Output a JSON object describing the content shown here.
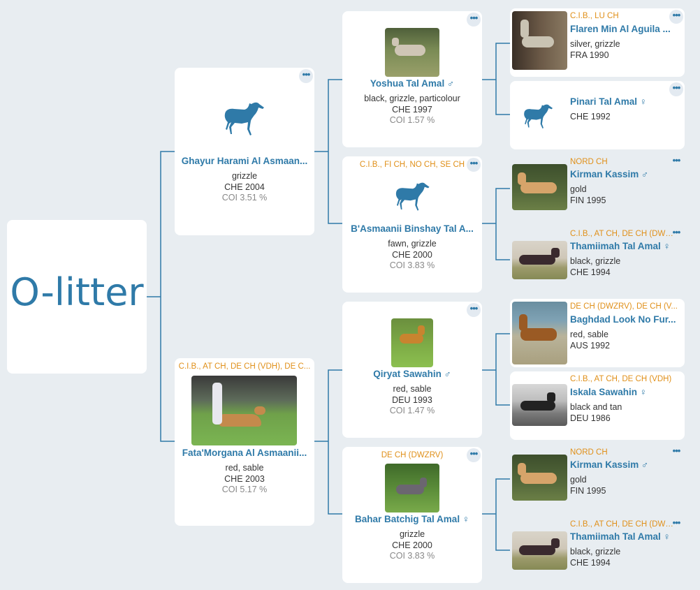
{
  "root": {
    "title": "O-litter"
  },
  "colors": {
    "accent": "#2f7aa8",
    "titles": "#e0901a",
    "connector": "#2f7aa8",
    "background": "#e8edf1"
  },
  "icons": {
    "menu": "more-dots-icon",
    "silhouette": "saluki-silhouette-icon",
    "male": "male-symbol-icon",
    "female": "female-symbol-icon"
  },
  "menu_glyph": "•••",
  "gen1": {
    "sire": {
      "name": "Ghayur Harami Al Asmaan...",
      "color": "grizzle",
      "born": "CHE 2004",
      "coi": "COI 3.51 %"
    },
    "dam": {
      "titles": "C.I.B., AT CH, DE CH (VDH), DE C...",
      "name": "Fata'Morgana Al Asmaanii...",
      "color": "red, sable",
      "born": "CHE 2003",
      "coi": "COI 5.17 %"
    }
  },
  "gen2": {
    "ss": {
      "name": "Yoshua Tal Amal ♂",
      "color": "black, grizzle, particolour",
      "born": "CHE 1997",
      "coi": "COI 1.57 %"
    },
    "sd": {
      "titles": "C.I.B., FI CH, NO CH, SE CH",
      "name": "B'Asmaanii Binshay Tal A...",
      "color": "fawn, grizzle",
      "born": "CHE 2000",
      "coi": "COI 3.83 %"
    },
    "ds": {
      "name": "Qiryat Sawahin ♂",
      "color": "red, sable",
      "born": "DEU 1993",
      "coi": "COI 1.47 %"
    },
    "dd": {
      "titles": "DE CH (DWZRV)",
      "name": "Bahar Batchig Tal Amal ♀",
      "color": "grizzle",
      "born": "CHE 2000",
      "coi": "COI 3.83 %"
    }
  },
  "gen3": [
    {
      "titles": "C.I.B., LU CH",
      "name": "Flaren Min Al Aguila ...",
      "color": "silver, grizzle",
      "born": "FRA 1990"
    },
    {
      "titles": "",
      "name": "Pinari Tal Amal ♀",
      "color": "",
      "born": "CHE 1992"
    },
    {
      "titles": "NORD CH",
      "name": "Kirman Kassim ♂",
      "color": "gold",
      "born": "FIN 1995"
    },
    {
      "titles": "C.I.B., AT CH, DE CH (DWZ...",
      "name": "Thamiimah Tal Amal ♀",
      "color": "black, grizzle",
      "born": "CHE 1994"
    },
    {
      "titles": "DE CH (DWZRV), DE CH (V...",
      "name": "Baghdad Look No Fur...",
      "color": "red, sable",
      "born": "AUS 1992"
    },
    {
      "titles": "C.I.B., AT CH, DE CH (VDH)",
      "name": "Iskala Sawahin ♀",
      "color": "black and tan",
      "born": "DEU 1986"
    },
    {
      "titles": "NORD CH",
      "name": "Kirman Kassim ♂",
      "color": "gold",
      "born": "FIN 1995"
    },
    {
      "titles": "C.I.B., AT CH, DE CH (DWZ...",
      "name": "Thamiimah Tal Amal ♀",
      "color": "black, grizzle",
      "born": "CHE 1994"
    }
  ]
}
